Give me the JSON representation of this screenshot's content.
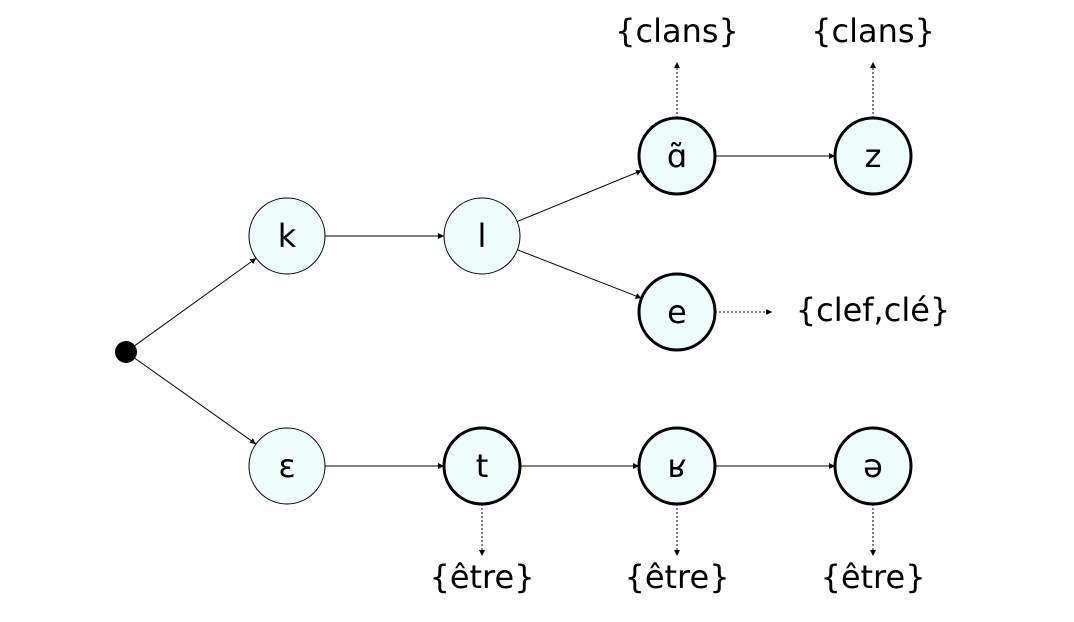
{
  "diagram": {
    "root": {
      "id": "root"
    },
    "nodes": [
      {
        "id": "k",
        "label": "k",
        "final": false
      },
      {
        "id": "l",
        "label": "l",
        "final": false
      },
      {
        "id": "an",
        "label": "ɑ̃",
        "final": true
      },
      {
        "id": "z",
        "label": "z",
        "final": true
      },
      {
        "id": "e",
        "label": "e",
        "final": true
      },
      {
        "id": "eps",
        "label": "ɛ",
        "final": false
      },
      {
        "id": "t",
        "label": "t",
        "final": true
      },
      {
        "id": "r",
        "label": "ʁ",
        "final": true
      },
      {
        "id": "schwa",
        "label": "ə",
        "final": true
      }
    ],
    "edges": [
      {
        "from": "root",
        "to": "k"
      },
      {
        "from": "k",
        "to": "l"
      },
      {
        "from": "l",
        "to": "an"
      },
      {
        "from": "an",
        "to": "z"
      },
      {
        "from": "l",
        "to": "e"
      },
      {
        "from": "root",
        "to": "eps"
      },
      {
        "from": "eps",
        "to": "t"
      },
      {
        "from": "t",
        "to": "r"
      },
      {
        "from": "r",
        "to": "schwa"
      }
    ],
    "outputs": [
      {
        "node": "an",
        "text": "{clans}"
      },
      {
        "node": "z",
        "text": "{clans}"
      },
      {
        "node": "e",
        "text": "{clef,clé}"
      },
      {
        "node": "t",
        "text": "{être}"
      },
      {
        "node": "r",
        "text": "{être}"
      },
      {
        "node": "schwa",
        "text": "{être}"
      }
    ]
  }
}
